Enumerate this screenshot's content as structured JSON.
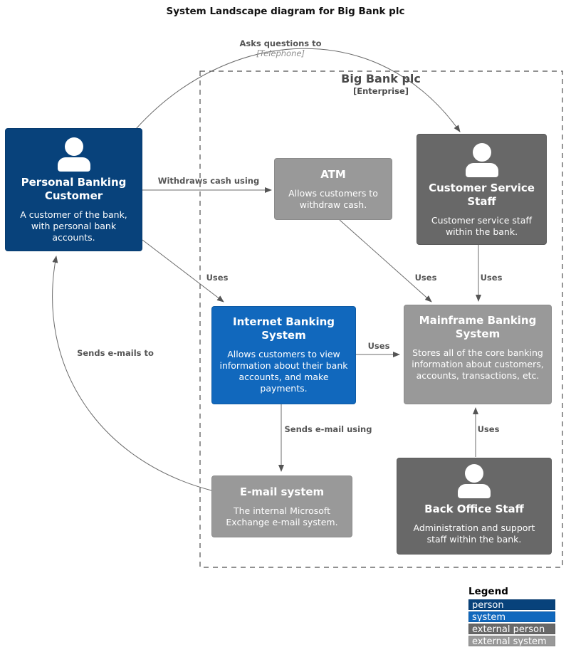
{
  "title": "System Landscape diagram for Big Bank plc",
  "boundary": {
    "name": "Big Bank plc",
    "type": "[Enterprise]"
  },
  "nodes": {
    "personal_banking_customer": {
      "title": "Personal Banking Customer",
      "description": "A customer of the bank, with personal bank accounts.",
      "style": "person"
    },
    "atm": {
      "title": "ATM",
      "description": "Allows customers to withdraw cash.",
      "style": "external system"
    },
    "customer_service_staff": {
      "title": "Customer Service Staff",
      "description": "Customer service staff within the bank.",
      "style": "external person"
    },
    "internet_banking_system": {
      "title": "Internet Banking System",
      "description": "Allows customers to view information about their bank accounts, and make payments.",
      "style": "system"
    },
    "mainframe_banking_system": {
      "title": "Mainframe Banking System",
      "description": "Stores all of the core banking information about customers, accounts, transactions, etc.",
      "style": "external system"
    },
    "email_system": {
      "title": "E-mail system",
      "description": "The internal Microsoft Exchange e-mail system.",
      "style": "external system"
    },
    "back_office_staff": {
      "title": "Back Office Staff",
      "description": "Administration and support staff within the bank.",
      "style": "external person"
    }
  },
  "edges": {
    "asks_questions": {
      "from": "Personal Banking Customer",
      "to": "Customer Service Staff",
      "label": "Asks questions to",
      "technology": "[Telephone]"
    },
    "withdraws_cash": {
      "from": "Personal Banking Customer",
      "to": "ATM",
      "label": "Withdraws cash using"
    },
    "customer_uses_ibs": {
      "from": "Personal Banking Customer",
      "to": "Internet Banking System",
      "label": "Uses"
    },
    "atm_uses_mainframe": {
      "from": "ATM",
      "to": "Mainframe Banking System",
      "label": "Uses"
    },
    "staff_uses_mainframe": {
      "from": "Customer Service Staff",
      "to": "Mainframe Banking System",
      "label": "Uses"
    },
    "ibs_uses_mainframe": {
      "from": "Internet Banking System",
      "to": "Mainframe Banking System",
      "label": "Uses"
    },
    "ibs_sends_email": {
      "from": "Internet Banking System",
      "to": "E-mail system",
      "label": "Sends e-mail using"
    },
    "email_sends_to_customer": {
      "from": "E-mail system",
      "to": "Personal Banking Customer",
      "label": "Sends e-mails to"
    },
    "backoffice_uses_mainframe": {
      "from": "Back Office Staff",
      "to": "Mainframe Banking System",
      "label": "Uses"
    }
  },
  "legend": {
    "title": "Legend",
    "items": [
      {
        "label": "person",
        "color": "#08427b"
      },
      {
        "label": "system",
        "color": "#1168bd"
      },
      {
        "label": "external person",
        "color": "#686868"
      },
      {
        "label": "external system",
        "color": "#999999"
      }
    ]
  }
}
